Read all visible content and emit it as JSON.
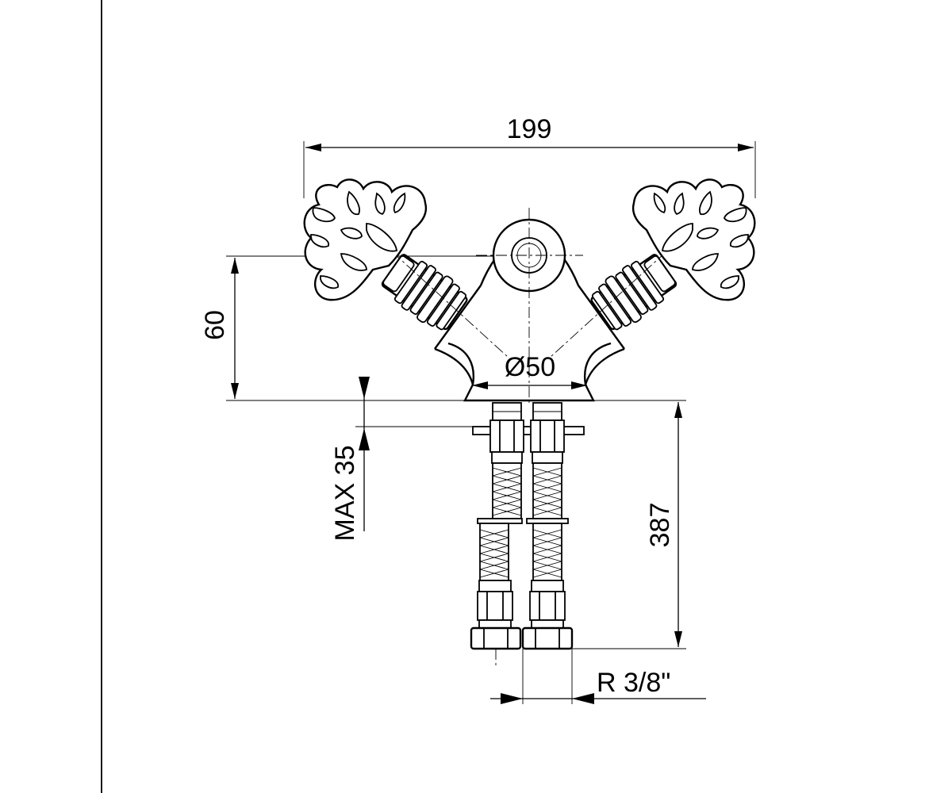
{
  "dimensions": {
    "overall_width": "199",
    "height": "60",
    "base_diameter": "Ø50",
    "max_thickness": "MAX 35",
    "hose_length": "387",
    "thread": "R 3/8\""
  },
  "colors": {
    "line": "#000000",
    "background": "#ffffff"
  }
}
